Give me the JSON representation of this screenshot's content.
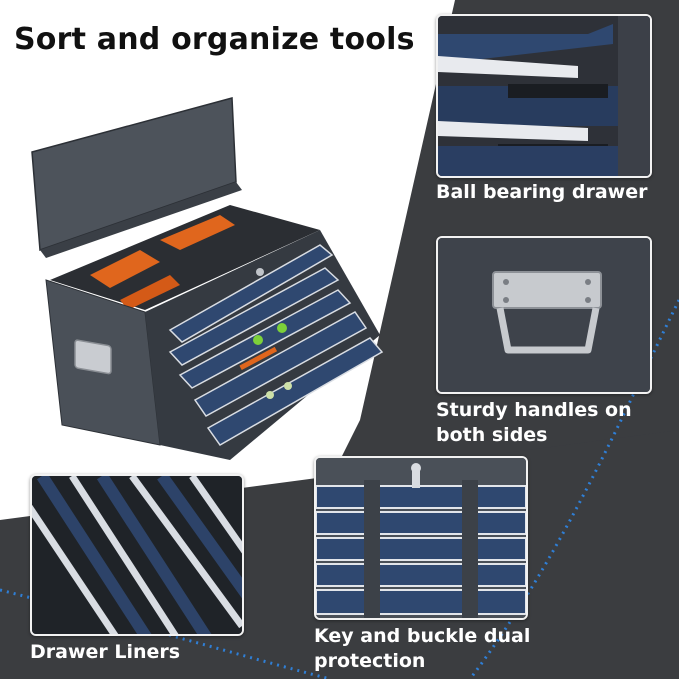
{
  "title": "Sort and organize tools",
  "features": [
    {
      "icon": "ball-bearing-drawer-photo",
      "caption": "Ball bearing drawer"
    },
    {
      "icon": "side-handle-photo",
      "caption_line1": "Sturdy handles on",
      "caption_line2": "both sides"
    },
    {
      "icon": "drawer-liner-photo",
      "caption": "Drawer Liners"
    },
    {
      "icon": "key-lock-photo",
      "caption_line1": "Key and buckle dual",
      "caption_line2": "protection"
    }
  ],
  "colors": {
    "background_dark": "#3b3d40",
    "accent_dots": "#2f7fd6",
    "drawer_blue": "#2f4870",
    "cabinet_gray": "#4a5058"
  }
}
